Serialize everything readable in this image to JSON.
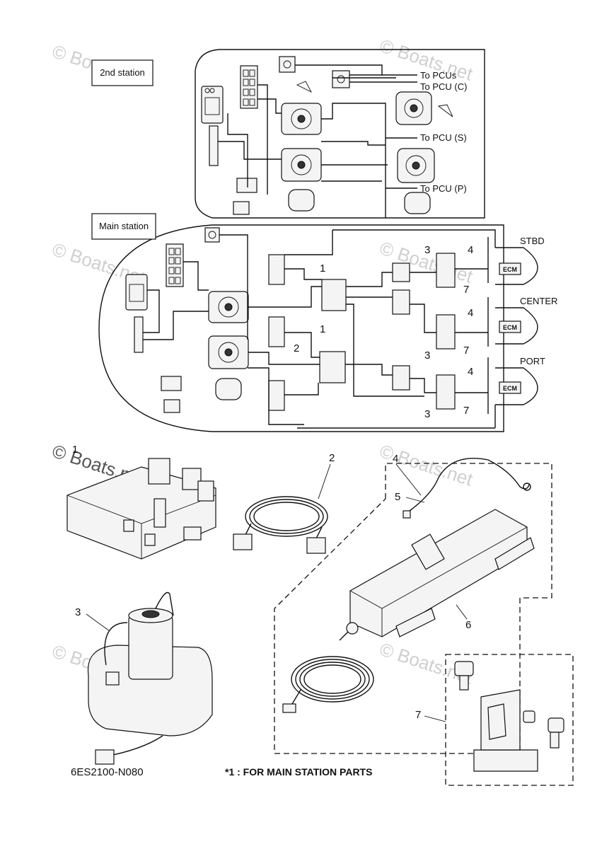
{
  "stations": {
    "second": "2nd station",
    "main": "Main station"
  },
  "pcu_labels": {
    "pcus": "To PCUs",
    "pcu_c": "To PCU (C)",
    "pcu_s": "To PCU (S)",
    "pcu_p": "To PCU (P)"
  },
  "engine_labels": {
    "stbd": "STBD",
    "center": "CENTER",
    "port": "PORT",
    "ecm": "ECM"
  },
  "callouts": {
    "one": "1",
    "two": "2",
    "three": "3",
    "four": "4",
    "five": "5",
    "six": "6",
    "seven": "7"
  },
  "footer": {
    "code": "6ES2100-N080",
    "note": "*1 : FOR MAIN STATION PARTS"
  },
  "watermark": {
    "text": "© Boats.net"
  }
}
